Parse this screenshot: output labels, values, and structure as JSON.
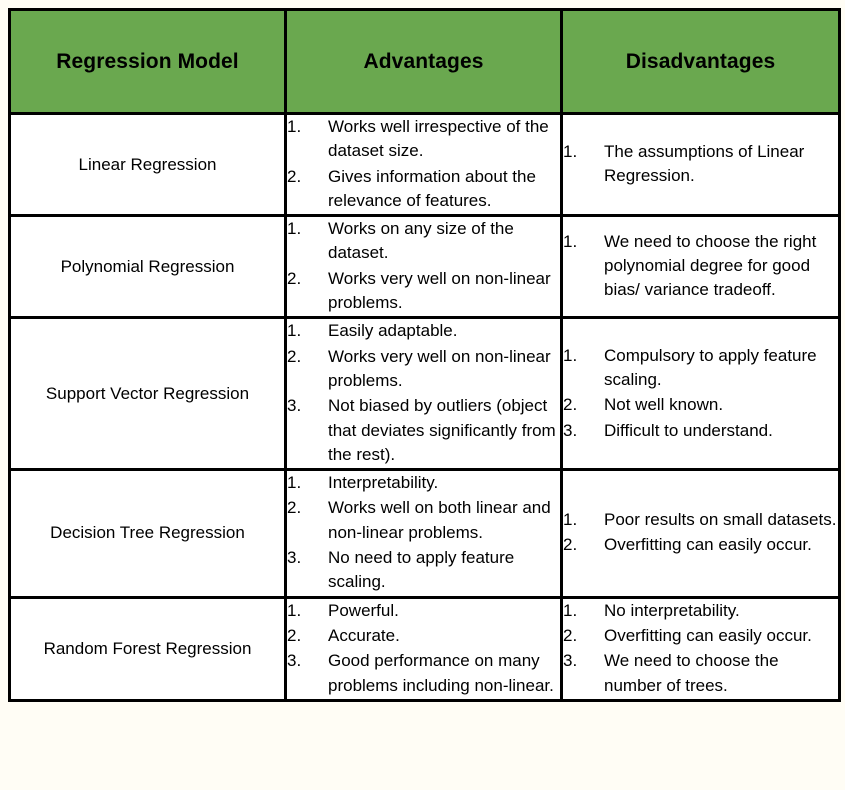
{
  "table": {
    "headers": [
      {
        "label": "Regression Model"
      },
      {
        "label": "Advantages"
      },
      {
        "label": "Disadvantages"
      }
    ],
    "header_background": "#6aa84f",
    "border_color": "#000000",
    "page_background": "#fffdf5",
    "rows": [
      {
        "model": "Linear Regression",
        "advantages": [
          "Works well irrespective of the dataset size.",
          "Gives information about the relevance of features."
        ],
        "disadvantages": [
          "The assumptions of Linear Regression."
        ]
      },
      {
        "model": "Polynomial Regression",
        "advantages": [
          "Works on any size of the dataset.",
          "Works very well on non-linear problems."
        ],
        "disadvantages": [
          "We need to choose the right polynomial degree for good bias/ variance tradeoff."
        ]
      },
      {
        "model": "Support Vector Regression",
        "advantages": [
          "Easily adaptable.",
          "Works very well on non-linear problems.",
          "Not biased by outliers (object that deviates significantly from the rest)."
        ],
        "disadvantages": [
          "Compulsory to apply feature scaling.",
          "Not well known.",
          "Difficult to understand."
        ]
      },
      {
        "model": "Decision Tree Regression",
        "advantages": [
          "Interpretability.",
          "Works well on both linear and non-linear problems.",
          "No need to apply feature scaling."
        ],
        "disadvantages": [
          "Poor results on small datasets.",
          "Overfitting can easily occur."
        ]
      },
      {
        "model": "Random Forest Regression",
        "advantages": [
          "Powerful.",
          "Accurate.",
          "Good performance on many problems including non-linear."
        ],
        "disadvantages": [
          "No interpretability.",
          "Overfitting can easily occur.",
          "We need to choose the number of trees."
        ]
      }
    ]
  }
}
